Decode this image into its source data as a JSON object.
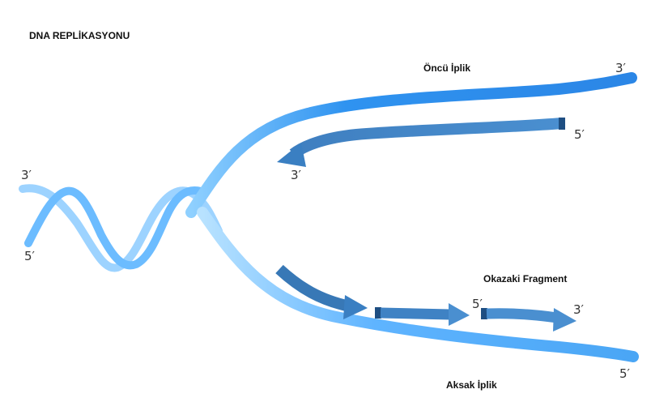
{
  "title": "DNA REPLİKASYONU",
  "labels": {
    "leading_strand": "Öncü İplik",
    "lagging_strand": "Aksak İplik",
    "okazaki": "Okazaki Fragment"
  },
  "ends": {
    "top_right_3": "3′",
    "leading_new_5": "5′",
    "leading_new_3": "3′",
    "helix_3": "3′",
    "helix_5": "5′",
    "okazaki_5": "5′",
    "okazaki_3": "3′",
    "bottom_right_5": "5′"
  },
  "colors": {
    "strand_light": "#6cc0ff",
    "strand_main": "#3d9cf2",
    "strand_dark": "#2b86e6",
    "new_strand": "#4a8fd0",
    "new_strand_dark": "#2e6fae",
    "tip": "#1e4e82"
  }
}
